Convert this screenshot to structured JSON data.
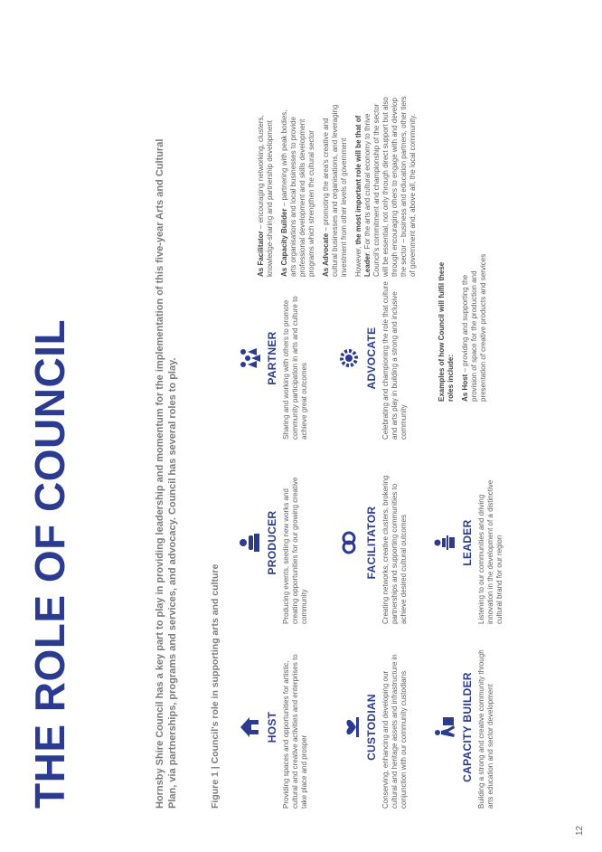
{
  "page": {
    "title": "THE ROLE OF COUNCIL",
    "page_number": "12",
    "intro": "Hornsby Shire Council has a key part to play in providing leadership and momentum for the implementation of this five-year Arts and Cultural Plan, via partnerships, programs and services, and advocacy. Council has several roles to play.",
    "figure_caption": "Figure 1 | Council's role in supporting arts and culture"
  },
  "colors": {
    "accent": "#2b3b8f",
    "text": "#5f5f5f",
    "divider": "#c9c9c9"
  },
  "roles": [
    {
      "name": "HOST",
      "icon": "house-icon",
      "description": "Providing spaces and opportunities for artistic, cultural and creative activities and enterprises to take place and prosper"
    },
    {
      "name": "PRODUCER",
      "icon": "person-desk-icon",
      "description": "Producing events, seeding new works and creating opportunities for our growing creative community"
    },
    {
      "name": "PARTNER",
      "icon": "people-group-icon",
      "description": "Sharing and working with others to promote community participation in arts and culture to achieve great outcomes"
    },
    {
      "name": "CUSTODIAN",
      "icon": "heart-hand-icon",
      "description": "Conserving, enhancing and developing our cultural and heritage assets and infrastructure in conjunction with our community custodians"
    },
    {
      "name": "FACILITATOR",
      "icon": "people-network-icon",
      "description": "Creating networks, creative clusters, brokering partnerships and supporting communities to achieve desired cultural outcomes"
    },
    {
      "name": "ADVOCATE",
      "icon": "gear-icon",
      "description": "Celebrating and championing the role that culture and arts play in building a strong and inclusive community"
    },
    {
      "name": "CAPACITY BUILDER",
      "icon": "person-building-icon",
      "description": "Building a strong and creative community through arts education and sector development"
    },
    {
      "name": "LEADER",
      "icon": "person-podium-icon",
      "description": "Listening to our communities and driving innovation in the development of a distinctive cultural brand for our region"
    }
  ],
  "examples": {
    "heading": "Examples of how Council will fulfil these roles include:",
    "items": [
      {
        "label": "As Host",
        "text": " – providing and supporting the provision of space for the production and presentation of creative products and services"
      },
      {
        "label": "As Facilitator",
        "text": " – encouraging networking, clusters, knowledge-sharing and partnership development"
      },
      {
        "label": "As Capacity Builder",
        "text": " – partnering with peak bodies, arts organisations and local businesses to provide professional development and skills development programs which strengthen the cultural sector"
      },
      {
        "label": "As Advocate",
        "text": " – promoting the area's creative and cultural businesses and organisations, and leveraging investment from other levels of government"
      }
    ],
    "closing_pre": "However, ",
    "closing_bold": "the most important role will be that of Leader",
    "closing_post": ". For the arts and cultural economy to thrive Council's commitment and championship of the sector will be essential, not only through direct support but also through encouraging others to engage with and develop the sector – business and education partners, other tiers of government and, above all, the local community."
  }
}
